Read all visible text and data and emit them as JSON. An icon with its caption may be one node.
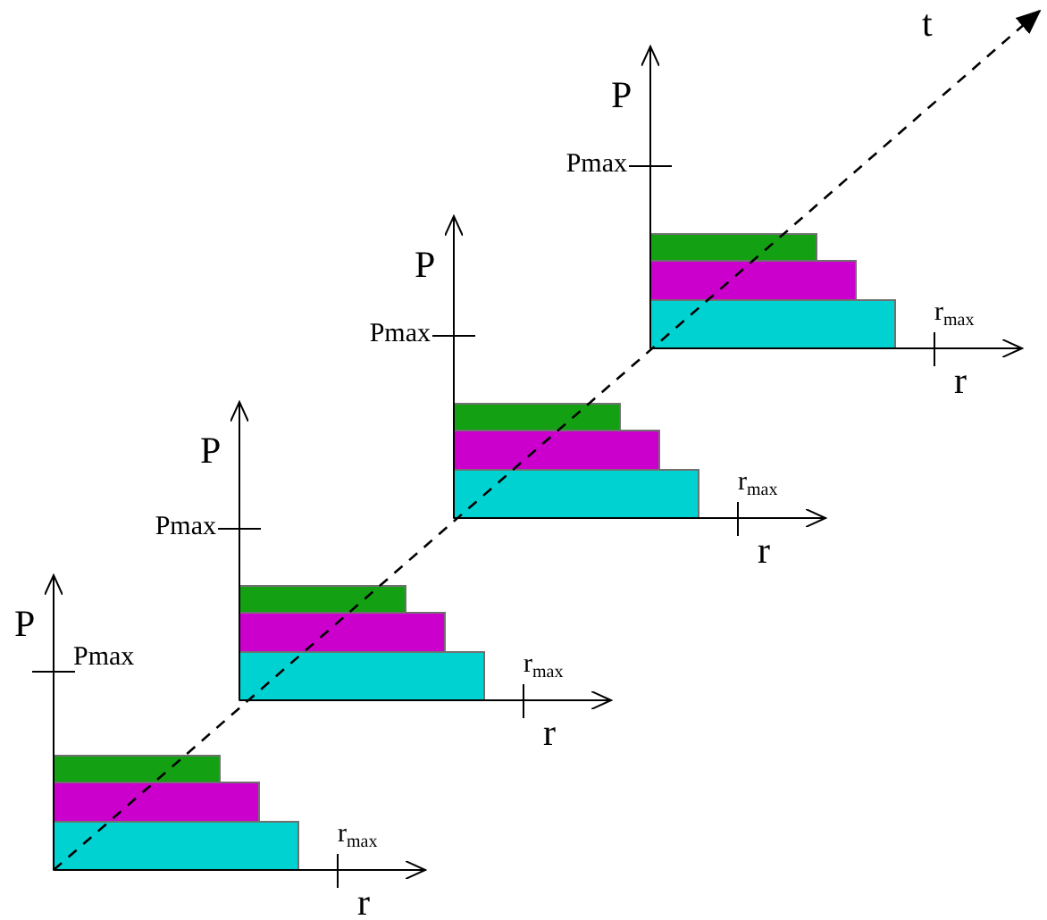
{
  "diagram": {
    "labels": [
      "t",
      "P",
      "Pmax",
      "r$_{max}$",
      "r",
      "P",
      "Pmax",
      "r$_{max}$",
      "r",
      "P",
      "Pmax",
      "r$_{max}$",
      "r",
      "P",
      "Pmax",
      "r$_{max}$",
      "r"
    ]
  }
}
